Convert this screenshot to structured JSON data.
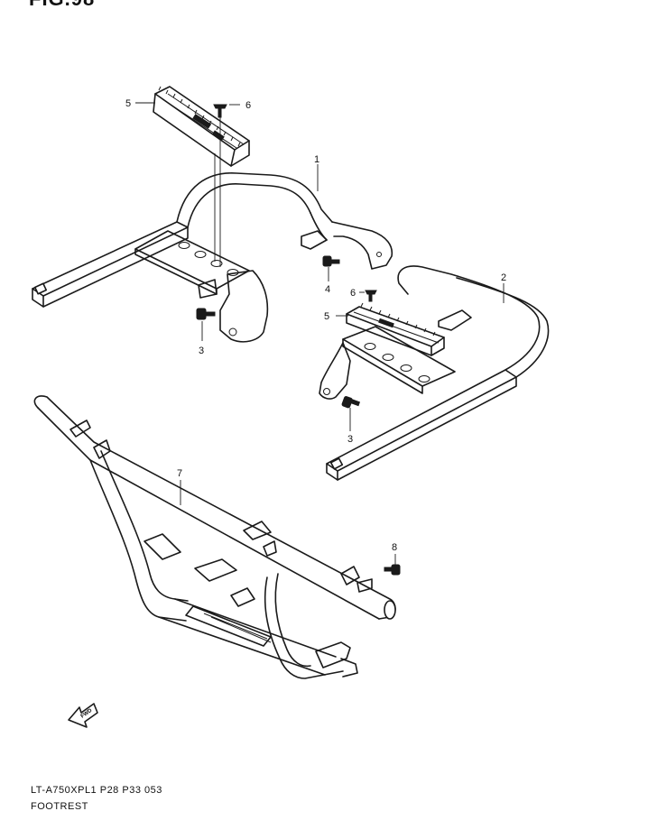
{
  "figure": {
    "title": "FIG.98",
    "model_code": "LT-A750XPL1  P28  P33    053",
    "section_name": "FOOTREST",
    "direction_badge": "FWD"
  },
  "callouts": [
    {
      "id": "c1",
      "label": "1"
    },
    {
      "id": "c2",
      "label": "2"
    },
    {
      "id": "c3a",
      "label": "3"
    },
    {
      "id": "c3b",
      "label": "3"
    },
    {
      "id": "c4",
      "label": "4"
    },
    {
      "id": "c5a",
      "label": "5"
    },
    {
      "id": "c5b",
      "label": "5"
    },
    {
      "id": "c6a",
      "label": "6"
    },
    {
      "id": "c6b",
      "label": "6"
    },
    {
      "id": "c7",
      "label": "7"
    },
    {
      "id": "c8",
      "label": "8"
    }
  ]
}
